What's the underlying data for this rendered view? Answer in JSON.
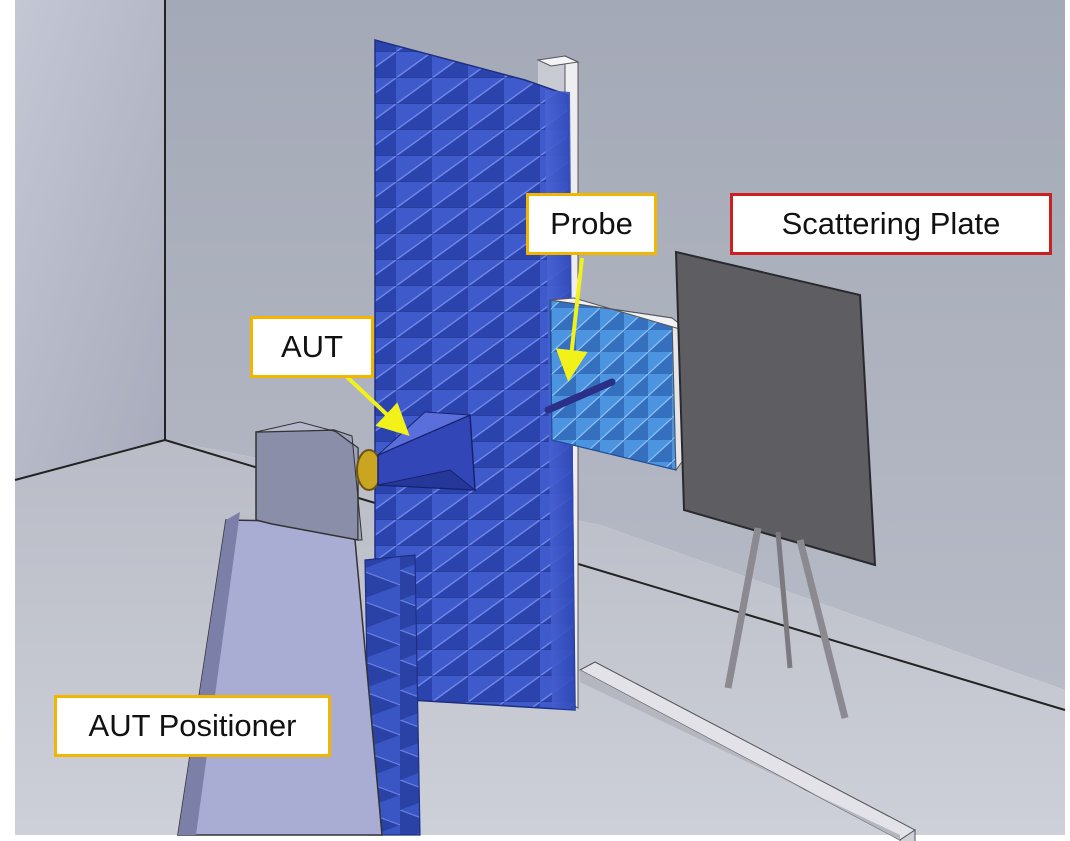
{
  "labels": {
    "probe": "Probe",
    "scattering_plate": "Scattering Plate",
    "aut": "AUT",
    "aut_positioner": "AUT Positioner"
  },
  "colors": {
    "callout_border": "#f2b600",
    "plate_callout_border": "#cc1f1f",
    "arrow": "#f2f21a",
    "absorber": "#3d57c9",
    "probe_absorber": "#3f86d6",
    "scattering_plate": "#5e5e62",
    "positioner": "#9ea3cc",
    "room_wall": "#a3a8b8"
  }
}
